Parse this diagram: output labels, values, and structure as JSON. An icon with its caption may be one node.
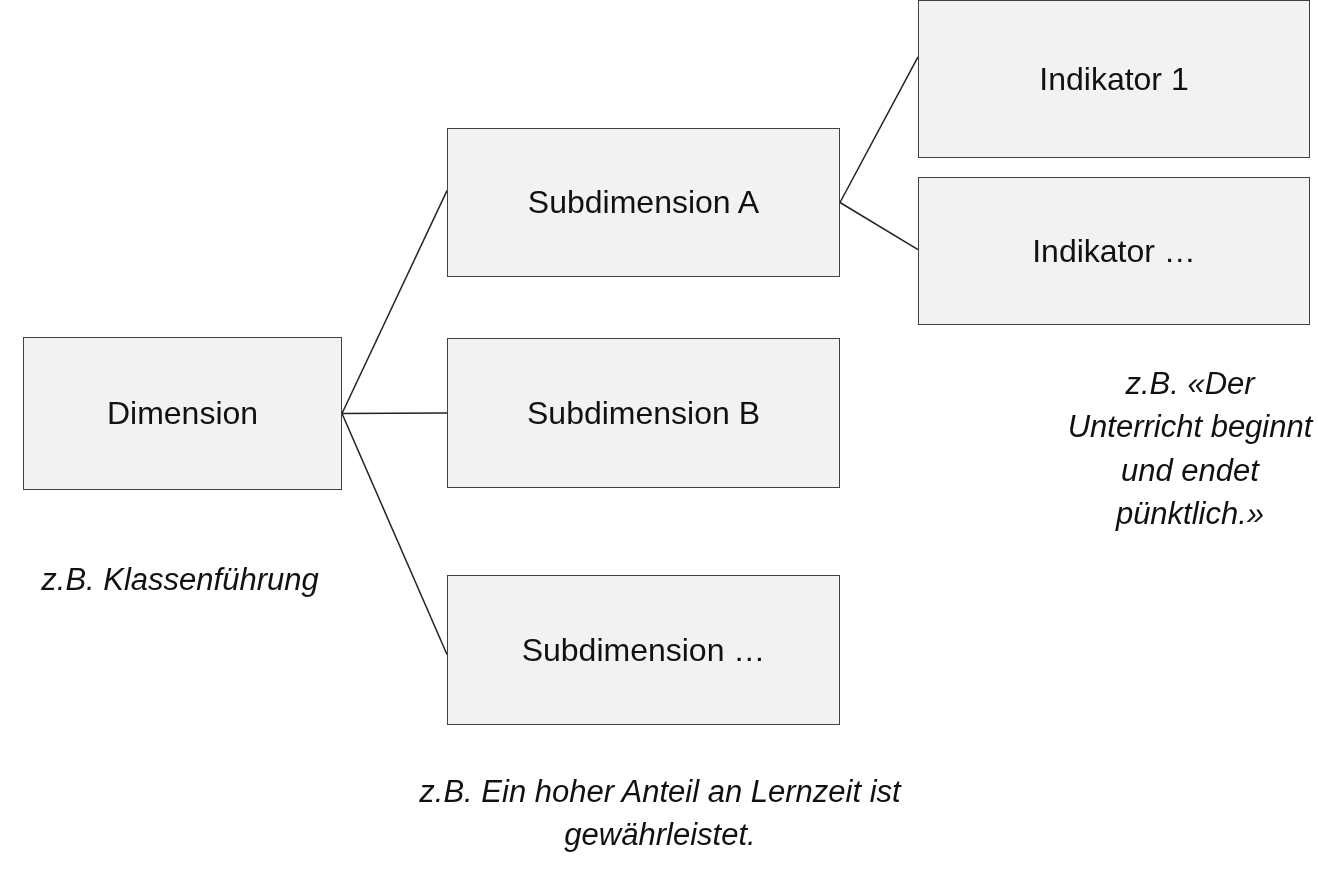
{
  "diagram": {
    "nodes": [
      {
        "text": [
          "Dimension"
        ],
        "beside": [
          "z.B. Klassenführung"
        ]
      },
      {
        "text": [
          "Subdimension A"
        ]
      },
      {
        "text": [
          "Subdimension B"
        ]
      },
      {
        "text": [
          "Subdimension …"
        ],
        "beside": [
          "z.B. Ein hoher Anteil an Lernzeit ist gewährleistet."
        ]
      },
      {
        "text": [
          "Indikator 1"
        ]
      },
      {
        "text": [
          "Indikator …"
        ],
        "beside": [
          "z.B. «Der Unterricht beginnt und endet pünktlich.»"
        ]
      }
    ],
    "edges": [
      {
        "from": 0,
        "to": 1,
        "arrow": "none"
      },
      {
        "from": 0,
        "to": 2,
        "arrow": "none"
      },
      {
        "from": 0,
        "to": 3,
        "arrow": "none"
      },
      {
        "from": 1,
        "to": 4,
        "arrow": "none"
      },
      {
        "from": 1,
        "to": 5,
        "arrow": "none"
      }
    ]
  }
}
